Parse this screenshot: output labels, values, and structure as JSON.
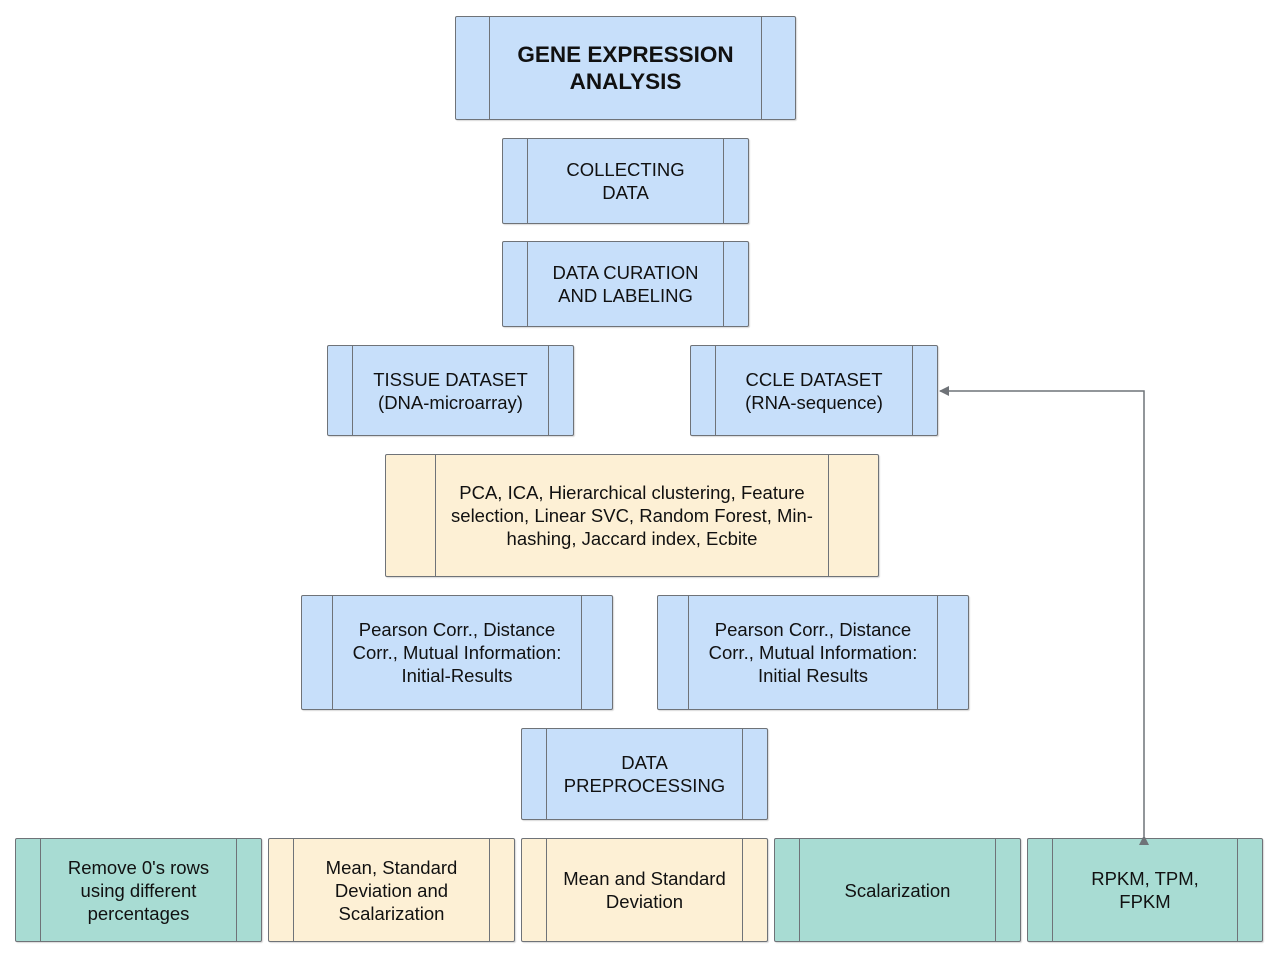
{
  "nodes": {
    "gene_expression": "GENE EXPRESSION ANALYSIS",
    "collecting_data": "COLLECTING DATA",
    "curation": "DATA CURATION AND LABELING",
    "tissue": "TISSUE DATASET (DNA-microarray)",
    "ccle": "CCLE DATASET (RNA-sequence)",
    "methods": "PCA, ICA, Hierarchical clustering, Feature selection, Linear SVC, Random Forest, Min-hashing, Jaccard index, Ecbite",
    "pearson_left": "Pearson Corr., Distance Corr., Mutual Information: Initial-Results",
    "pearson_right": "Pearson Corr., Distance Corr., Mutual Information: Initial Results",
    "preprocessing": "DATA PREPROCESSING",
    "remove_zeros": "Remove 0's rows using different percentages",
    "mean_std_scal": "Mean, Standard Deviation and Scalarization",
    "mean_std": "Mean and Standard Deviation",
    "scalarization": "Scalarization",
    "rpkm": "RPKM, TPM, FPKM"
  },
  "colors": {
    "blue": "#c7dffa",
    "cream": "#fdf0d5",
    "teal": "#a8dcd3",
    "border": "#6f7378",
    "arrow": "#6f7378"
  },
  "edges": [
    {
      "from": "rpkm",
      "to": "ccle",
      "style": "bidirectional-elbow"
    }
  ]
}
